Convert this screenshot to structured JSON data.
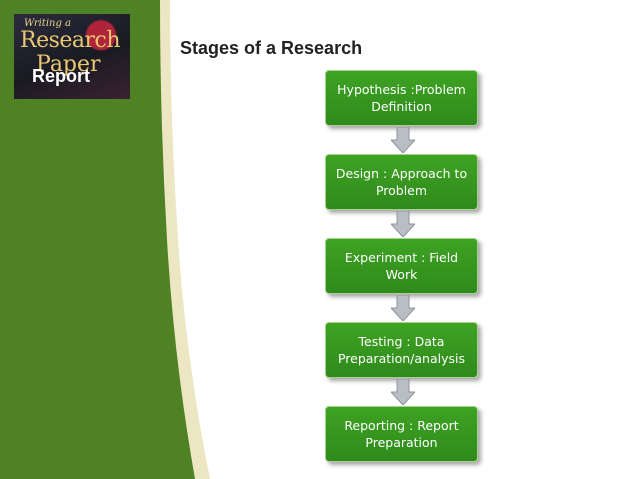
{
  "logo": {
    "small_text": "Writing a",
    "line1": "Research",
    "line2": "Paper"
  },
  "report_label": "Report",
  "title": "Stages of a Research",
  "stages": [
    {
      "label": "Hypothesis :Problem Definition"
    },
    {
      "label": "Design : Approach to Problem"
    },
    {
      "label": "Experiment : Field Work"
    },
    {
      "label": "Testing : Data Preparation/analysis"
    },
    {
      "label": "Reporting : Report Preparation"
    }
  ],
  "colors": {
    "sidebar_green": "#4e8224",
    "box_green": "#3ea323",
    "arrow_gray": "#b9bdc4"
  }
}
